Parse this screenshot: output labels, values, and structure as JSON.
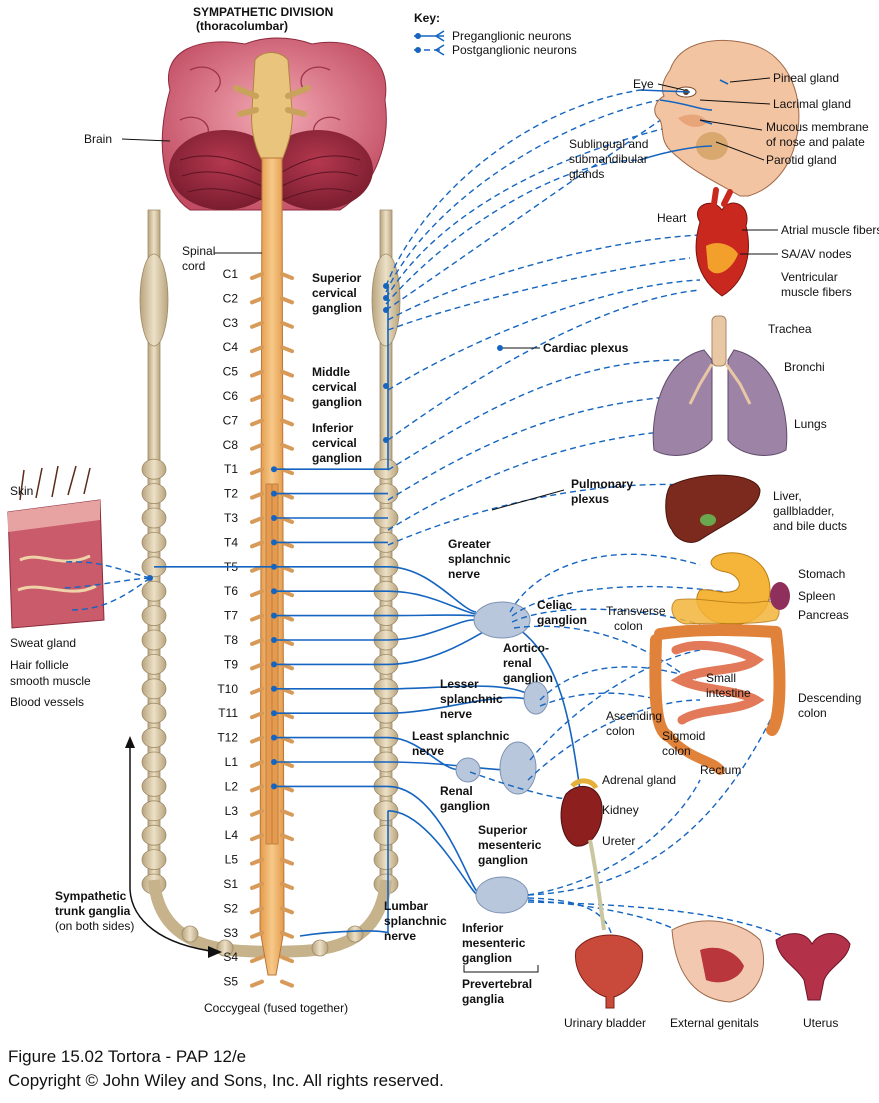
{
  "title": {
    "line1": "SYMPATHETIC DIVISION",
    "line2": "(thoracolumbar)"
  },
  "key": {
    "heading": "Key:",
    "pre": "Preganglionic neurons",
    "post": "Postganglionic neurons"
  },
  "left": {
    "brain": "Brain",
    "spinal_cord": [
      "Spinal",
      "cord"
    ],
    "skin": "Skin",
    "skin_items": [
      "Sweat gland",
      "Hair follicle",
      "smooth muscle",
      "Blood vessels"
    ],
    "trunk_ganglia": [
      "Sympathetic",
      "trunk ganglia",
      "(on both sides)"
    ],
    "coccygeal": "Coccygeal (fused together)"
  },
  "segments": [
    "C1",
    "C2",
    "C3",
    "C4",
    "C5",
    "C6",
    "C7",
    "C8",
    "T1",
    "T2",
    "T3",
    "T4",
    "T5",
    "T6",
    "T7",
    "T8",
    "T9",
    "T10",
    "T11",
    "T12",
    "L1",
    "L2",
    "L3",
    "L4",
    "L5",
    "S1",
    "S2",
    "S3",
    "S4",
    "S5"
  ],
  "ganglia": {
    "superior_cervical": [
      "Superior",
      "cervical",
      "ganglion"
    ],
    "middle_cervical": [
      "Middle",
      "cervical",
      "ganglion"
    ],
    "inferior_cervical": [
      "Inferior",
      "cervical",
      "ganglion"
    ],
    "cardiac_plexus": "Cardiac plexus",
    "pulmonary_plexus": [
      "Pulmonary",
      "plexus"
    ],
    "greater_splanchnic": [
      "Greater",
      "splanchnic",
      "nerve"
    ],
    "celiac": [
      "Celiac",
      "ganglion"
    ],
    "aorticorenal": [
      "Aortico-",
      "renal",
      "ganglion"
    ],
    "lesser_splanchnic": [
      "Lesser",
      "splanchnic",
      "nerve"
    ],
    "least_splanchnic": [
      "Least splanchnic",
      "nerve"
    ],
    "renal": [
      "Renal",
      "ganglion"
    ],
    "superior_mesenteric": [
      "Superior",
      "mesenteric",
      "ganglion"
    ],
    "lumbar_splanchnic": [
      "Lumbar",
      "splanchnic",
      "nerve"
    ],
    "inferior_mesenteric": [
      "Inferior",
      "mesenteric",
      "ganglion"
    ],
    "prevertebral": [
      "Prevertebral",
      "ganglia"
    ]
  },
  "organs": {
    "eye": "Eye",
    "pineal": "Pineal gland",
    "lacrimal": "Lacrimal gland",
    "mucous": [
      "Mucous membrane",
      "of nose and palate"
    ],
    "sublingual": [
      "Sublingual and",
      "submandibular",
      "glands"
    ],
    "parotid": "Parotid gland",
    "heart": "Heart",
    "atrial": "Atrial muscle fibers",
    "sa_av": "SA/AV nodes",
    "ventricular": [
      "Ventricular",
      "muscle fibers"
    ],
    "trachea": "Trachea",
    "bronchi": "Bronchi",
    "lungs": "Lungs",
    "liver": [
      "Liver,",
      "gallbladder,",
      "and bile ducts"
    ],
    "stomach": "Stomach",
    "spleen": "Spleen",
    "pancreas": "Pancreas",
    "transverse_colon": [
      "Transverse",
      "colon"
    ],
    "small_intestine": [
      "Small",
      "intestine"
    ],
    "descending_colon": [
      "Descending",
      "colon"
    ],
    "ascending_colon": [
      "Ascending",
      "colon"
    ],
    "sigmoid_colon": [
      "Sigmoid",
      "colon"
    ],
    "rectum": "Rectum",
    "adrenal": "Adrenal gland",
    "kidney": "Kidney",
    "ureter": "Ureter",
    "bladder": "Urinary bladder",
    "genitals": "External genitals",
    "uterus": "Uterus"
  },
  "caption": {
    "line1": "Figure 15.02  Tortora - PAP 12/e",
    "line2": "Copyright © John Wiley and Sons, Inc. All rights reserved."
  },
  "colors": {
    "nerve": "#1565c0",
    "cord": "#f0b46a",
    "trunk": "#d8c6a3",
    "ganglion": "#b8c7dc"
  }
}
